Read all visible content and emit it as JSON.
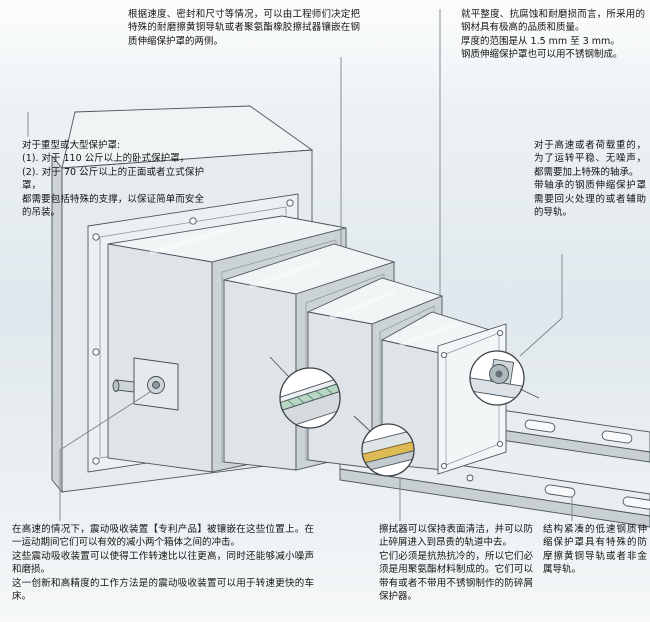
{
  "annotations": {
    "top_left": {
      "text": "根据速度、密封和尺寸等情况，可以由工程师们决定把特殊的耐磨擦黄铜导轨或者聚氨酯橡胶擦拭器镶嵌在钢质伸缩保护罩的两侧。"
    },
    "top_right": {
      "text": "就平整度、抗腐蚀和耐磨损而言，所采用的钢材具有极高的品质和质量。\n厚度的范围是从 1.5 mm 至 3 mm。\n钢质伸缩保护罩也可以用不锈钢制成。"
    },
    "left": {
      "text": "对于重型或大型保护罩:\n(1). 对于 110 公斤以上的卧式保护罩，\n(2). 对于 70 公斤以上的正面或者立式保护罩，\n都需要包括特殊的支撑，以保证简单而安全的吊装。"
    },
    "right": {
      "text": "对于高速或者荷载重的，为了运转平稳、无噪声，都需要加上特殊的轴承。\n带轴承的钢质伸缩保护罩需要回火处理的或者辅助的导轨。"
    },
    "bottom_left": {
      "text": "在高速的情况下，震动吸收装置【专利产品】被镶嵌在这些位置上。在一运动期间它们可以有效的减小两个箱体之间的冲击。\n这些震动吸收装置可以使得工作转速比以往更高，同时还能够减小噪声和磨损。\n这一创新和高精度的工作方法是的震动吸收装置可以用于转速更快的车床。"
    },
    "bottom_middle": {
      "text": "擦拭器可以保持表面清洁，并可以防止碎屑进入到昂贵的轨道中去。\n它们必须是抗热抗冷的，所以它们必须是用聚氨酯材料制成的。它们可以带有或者不带用不锈钢制作的防碎屑保护器。"
    },
    "bottom_right": {
      "text": "结构紧凑的低速钢质伸缩保护罩具有特殊的防摩擦黄铜导轨或者非金属导轨。"
    }
  },
  "diagram": {
    "callouts": {
      "wiper": {
        "color": "#b7d7c4"
      },
      "brass_strip": {
        "color": "#ddba55"
      },
      "bearing": {
        "color": "#aeb8bd"
      }
    }
  }
}
